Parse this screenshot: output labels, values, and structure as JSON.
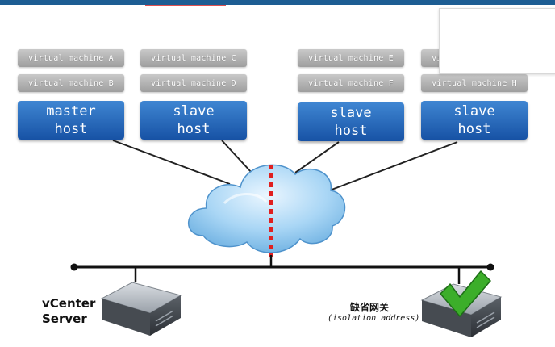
{
  "virtual_machines": {
    "a": "virtual machine A",
    "b": "virtual machine B",
    "c": "virtual machine C",
    "d": "virtual machine D",
    "e": "virtual machine E",
    "f": "virtual machine F",
    "g": "virtual machine G",
    "h": "virtual machine H"
  },
  "hosts": {
    "master": {
      "line1": "master",
      "line2": "host"
    },
    "slave1": {
      "line1": "slave",
      "line2": "host"
    },
    "slave2": {
      "line1": "slave",
      "line2": "host"
    },
    "slave3": {
      "line1": "slave",
      "line2": "host"
    }
  },
  "vcenter": {
    "line1": "vCenter",
    "line2": "Server"
  },
  "gateway": {
    "label": "缺省网关",
    "sublabel": "(isolation address)"
  },
  "colors": {
    "host_blue": "#1f5fb0",
    "vm_gray": "#a8a8a8",
    "partition_red": "#e02020",
    "check_green": "#3cae2a",
    "cloud_blue": "#8cc6ec"
  },
  "icons": [
    "server-icon",
    "check-icon",
    "network-cloud-icon"
  ]
}
